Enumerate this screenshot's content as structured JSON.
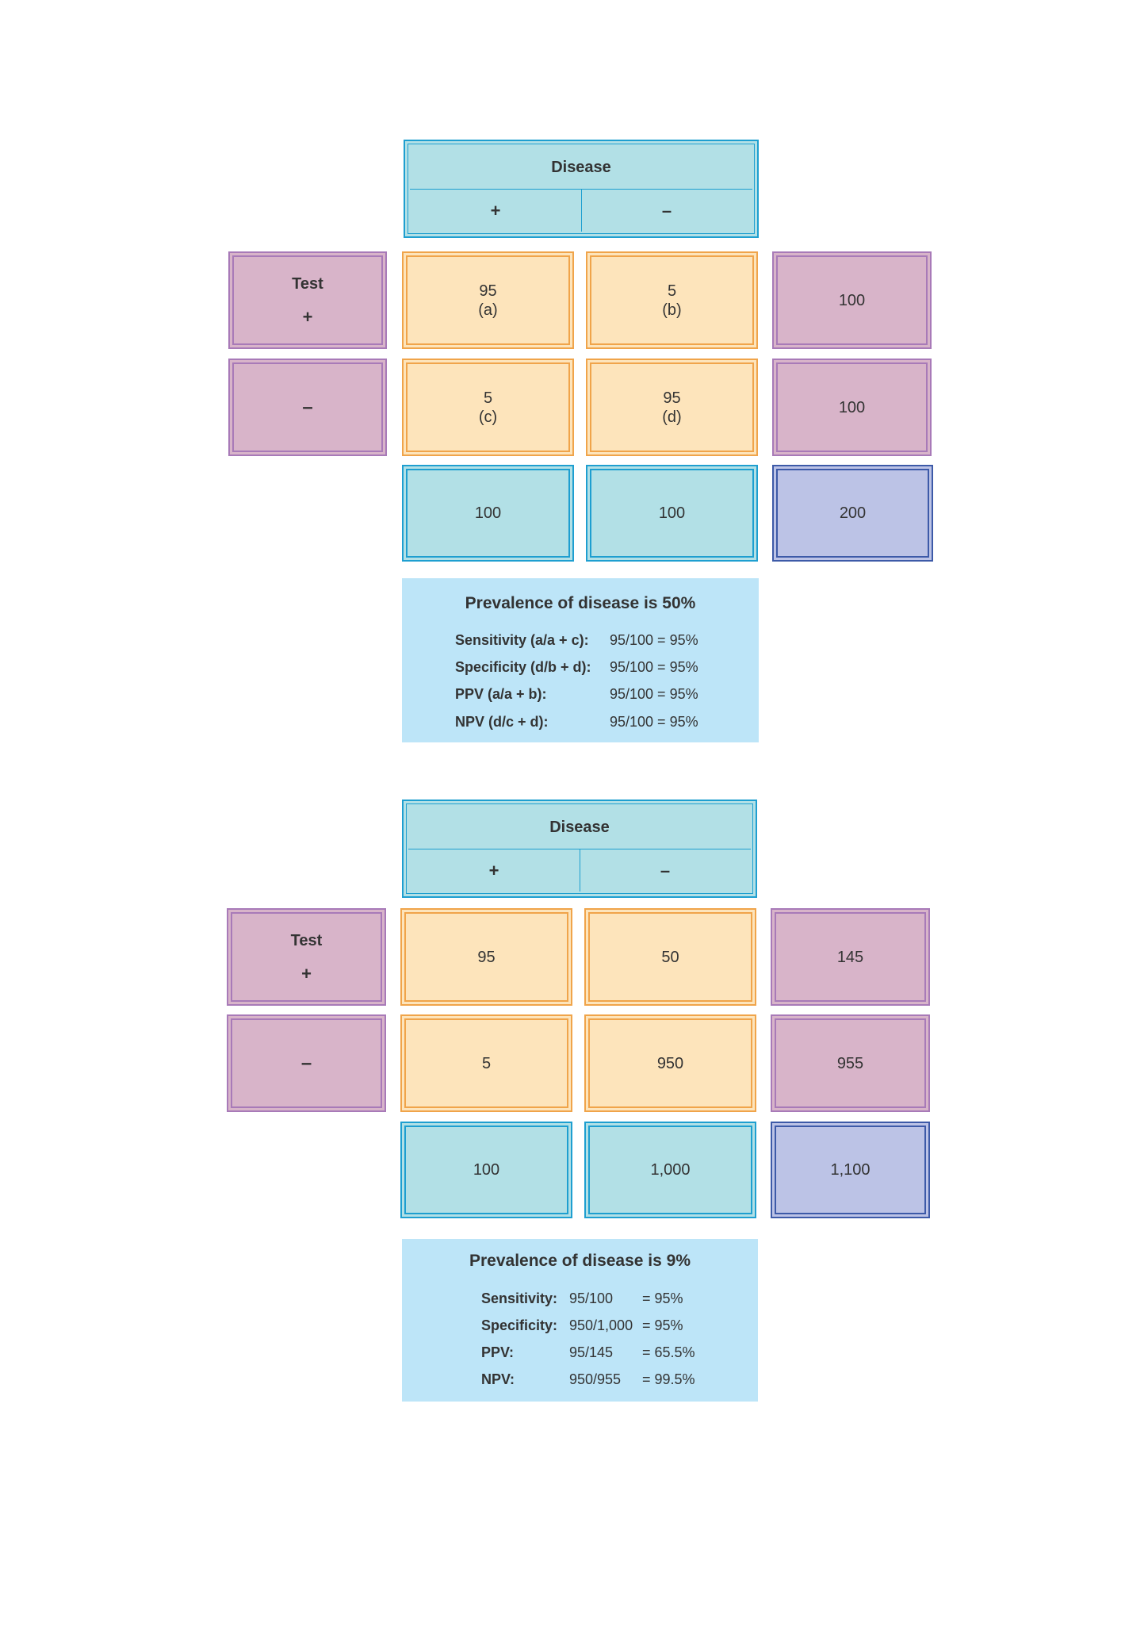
{
  "table1": {
    "header": {
      "title": "Disease",
      "plus": "+",
      "minus": "–"
    },
    "test_label": "Test",
    "row_plus": "+",
    "row_minus": "–",
    "cells": {
      "a_value": "95",
      "a_label": "(a)",
      "b_value": "5",
      "b_label": "(b)",
      "c_value": "5",
      "c_label": "(c)",
      "d_value": "95",
      "d_label": "(d)"
    },
    "row_totals": [
      "100",
      "100"
    ],
    "col_totals": [
      "100",
      "100"
    ],
    "grand_total": "200",
    "summary": {
      "title": "Prevalence of disease is 50%",
      "rows": [
        {
          "label": "Sensitivity (a/a + c):",
          "value": "95/100 = 95%"
        },
        {
          "label": "Specificity (d/b + d):",
          "value": "95/100 = 95%"
        },
        {
          "label": "PPV (a/a + b):",
          "value": "95/100 = 95%"
        },
        {
          "label": "NPV (d/c + d):",
          "value": "95/100 = 95%"
        }
      ]
    }
  },
  "table2": {
    "header": {
      "title": "Disease",
      "plus": "+",
      "minus": "–"
    },
    "test_label": "Test",
    "row_plus": "+",
    "row_minus": "–",
    "cells": {
      "a_value": "95",
      "b_value": "50",
      "c_value": "5",
      "d_value": "950"
    },
    "row_totals": [
      "145",
      "955"
    ],
    "col_totals": [
      "100",
      "1,000"
    ],
    "grand_total": "1,100",
    "summary": {
      "title": "Prevalence of disease is 9%",
      "rows": [
        {
          "label": "Sensitivity:",
          "value": "95/100",
          "result": "= 95%"
        },
        {
          "label": "Specificity:",
          "value": "950/1,000",
          "result": "= 95%"
        },
        {
          "label": "PPV:",
          "value": "95/145",
          "result": "= 65.5%"
        },
        {
          "label": "NPV:",
          "value": "950/955",
          "result": "= 99.5%"
        }
      ]
    }
  }
}
